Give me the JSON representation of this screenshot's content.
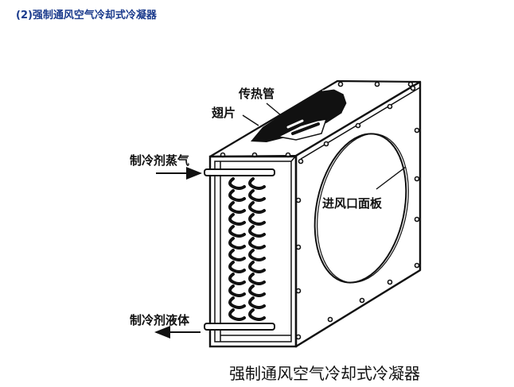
{
  "heading": "(2)强制通风空气冷却式冷凝器",
  "diagram": {
    "labels": {
      "heat_pipe": "传热管",
      "fin": "翅片",
      "refrigerant_vapor": "制冷剂蒸气",
      "refrigerant_liquid": "制冷剂液体",
      "inlet_panel": "进风口面板"
    },
    "caption": "强制通风空气冷却式冷凝器"
  },
  "colors": {
    "heading": "#1a3a8c",
    "line": "#111111",
    "background": "#ffffff"
  }
}
